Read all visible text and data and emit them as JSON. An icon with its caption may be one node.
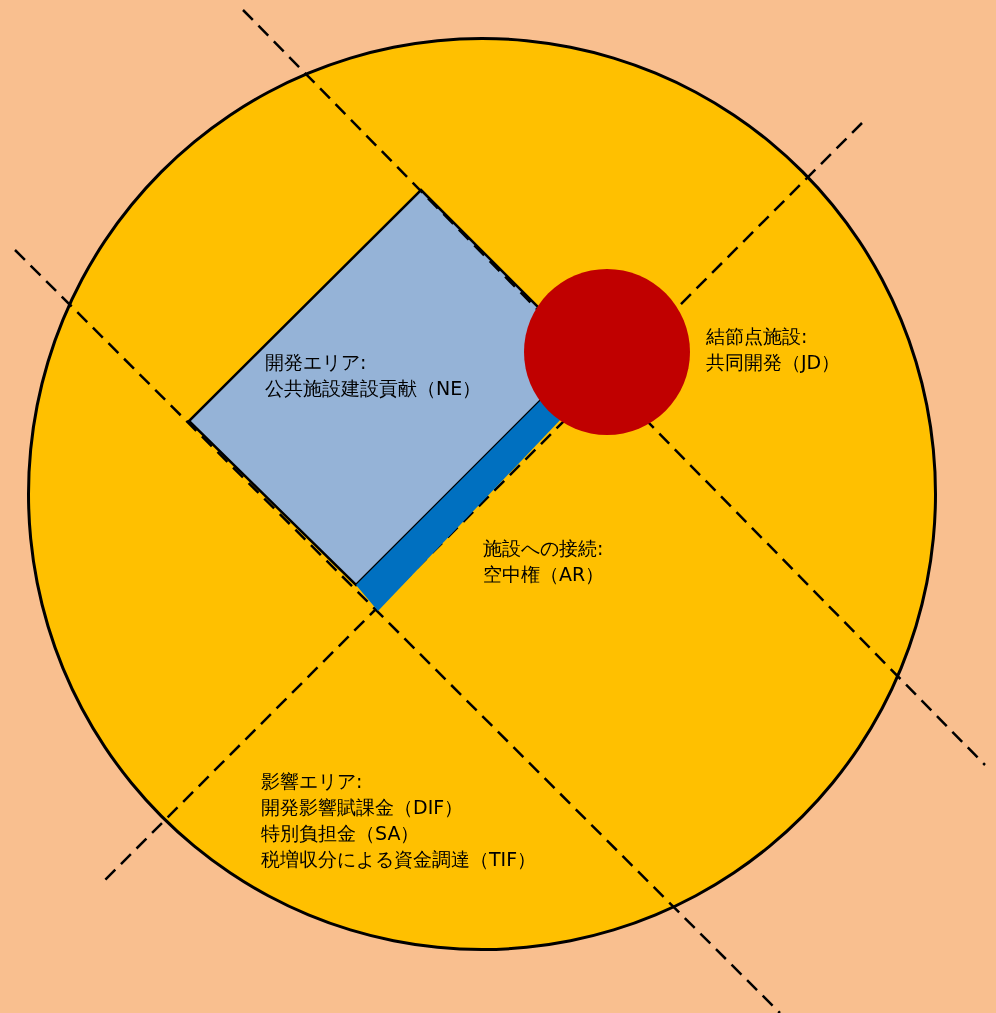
{
  "diagram": {
    "nodes": [
      {
        "text": [
          "影響エリア:",
          "開発影響賦課金（DIF）",
          "特別負担金（SA）",
          "税増収分による資金調達（TIF）"
        ]
      },
      {
        "text": [
          "開発エリア:",
          "公共施設建設貢献（NE）"
        ],
        "in": 0
      },
      {
        "text": [],
        "shape": "bar",
        "in": 0,
        "beside": [
          "施設への接続:",
          "空中権（AR）"
        ]
      },
      {
        "text": [],
        "shape": "circle",
        "in": 0,
        "beside": [
          "結節点施設:",
          "共同開発（JD）"
        ]
      }
    ],
    "edges": []
  }
}
